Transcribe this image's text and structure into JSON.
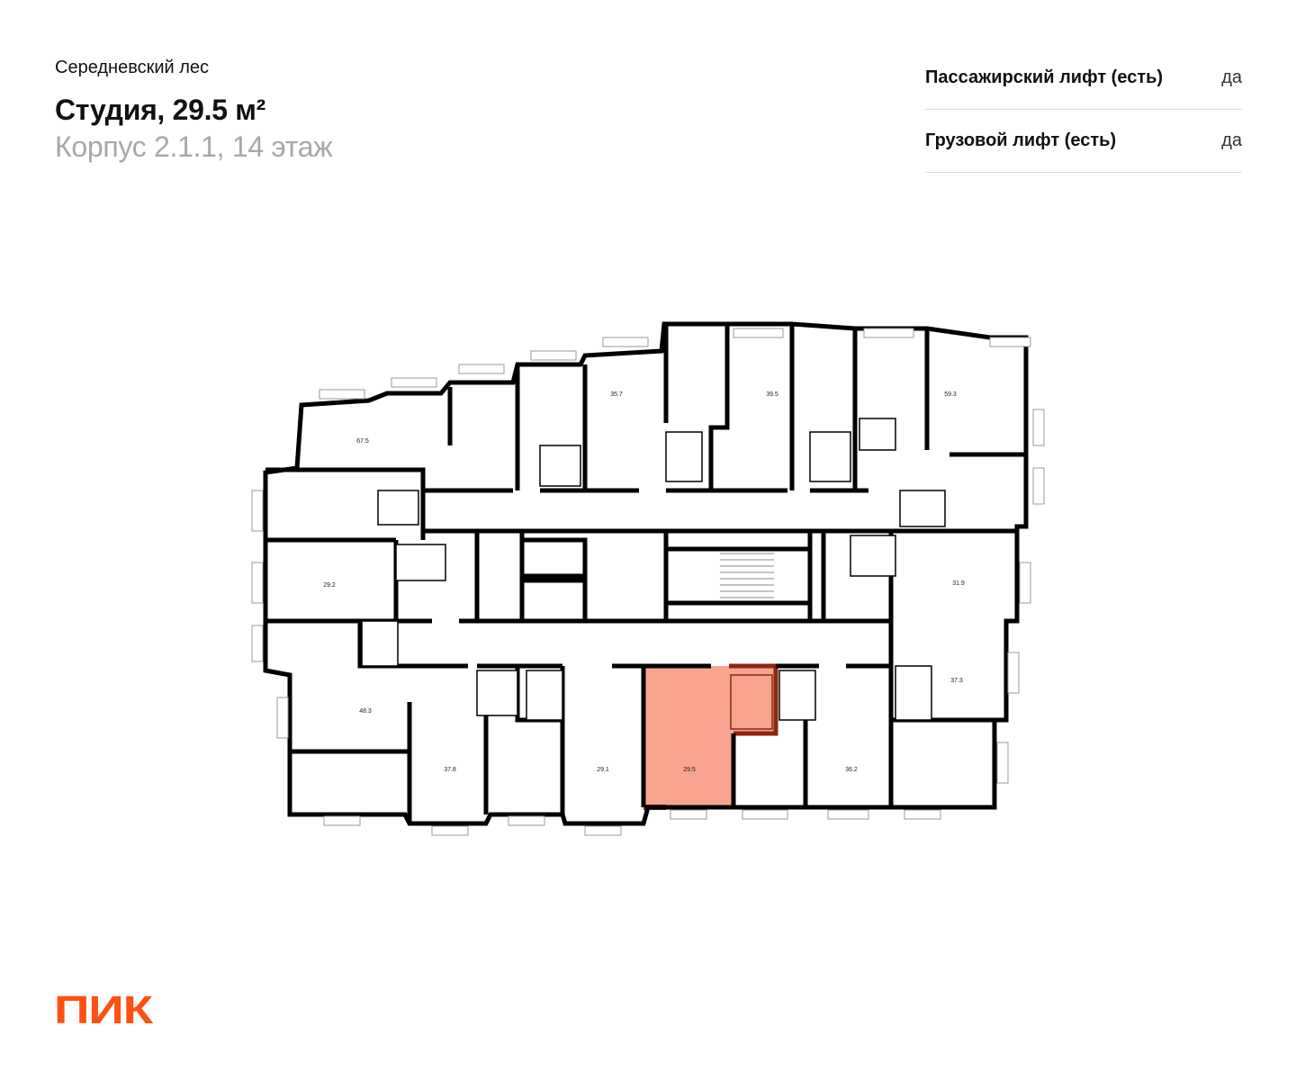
{
  "header": {
    "project": "Середневский лес",
    "title": "Студия, 29.5 м²",
    "subtitle": "Корпус 2.1.1, 14 этаж"
  },
  "specs": [
    {
      "label": "Пассажирский лифт (есть)",
      "value": "да"
    },
    {
      "label": "Грузовой лифт (есть)",
      "value": "да"
    }
  ],
  "plan": {
    "highlight_color": "#f8a48e",
    "highlight_border": "#8c2712",
    "apartments": [
      "67.5",
      "35.7",
      "39.5",
      "59.3",
      "29.2",
      "31.9",
      "48.3",
      "37.8",
      "29.1",
      "29.5",
      "36.2",
      "37.3"
    ],
    "selected": "29.5"
  },
  "logo": "ПИК"
}
